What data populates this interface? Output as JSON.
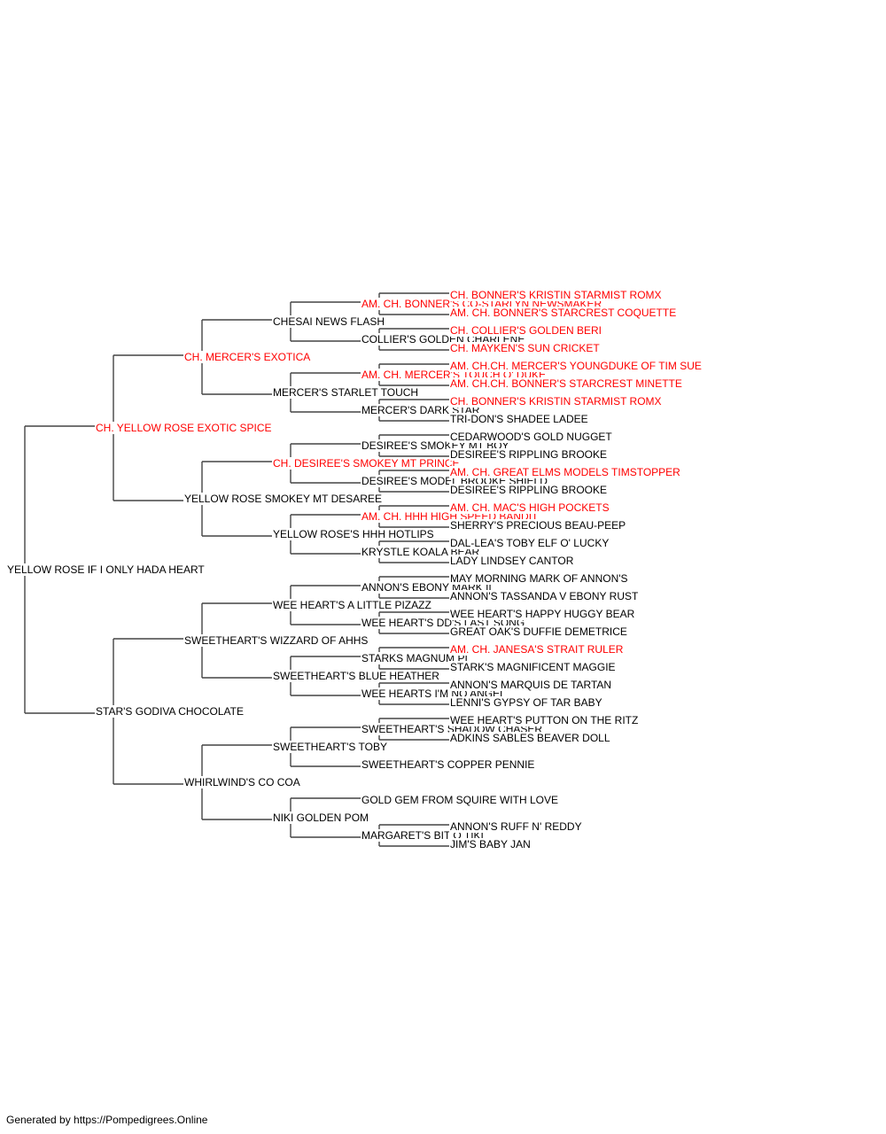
{
  "colors": {
    "champion": "#ff0000",
    "normal": "#000000",
    "line": "#444444"
  },
  "footer": "Generated by https://Pompedigrees.Online",
  "pedigree": {
    "name": "YELLOW ROSE IF I ONLY HADA HEART",
    "ch": false,
    "sire": {
      "name": "CH. YELLOW ROSE EXOTIC SPICE",
      "ch": true,
      "sire": {
        "name": "CH. MERCER'S EXOTICA",
        "ch": true,
        "sire": {
          "name": "CHESAI NEWS FLASH",
          "ch": false,
          "sire": {
            "name": "AM. CH. BONNER'S CO-STARLYN NEWSMAKER",
            "ch": true,
            "sire": {
              "name": "CH. BONNER'S KRISTIN STARMIST ROMX",
              "ch": true
            },
            "dam": {
              "name": "AM. CH. BONNER'S STARCREST COQUETTE",
              "ch": true
            }
          },
          "dam": {
            "name": "COLLIER'S GOLDEN CHARLENE",
            "ch": false,
            "sire": {
              "name": "CH. COLLIER'S GOLDEN BERI",
              "ch": true
            },
            "dam": {
              "name": "CH. MAYKEN'S SUN CRICKET",
              "ch": true
            }
          }
        },
        "dam": {
          "name": "MERCER'S STARLET TOUCH",
          "ch": false,
          "sire": {
            "name": "AM. CH. MERCER'S TOUCH O' DUKE",
            "ch": true,
            "sire": {
              "name": "AM. CH.CH. MERCER'S YOUNGDUKE OF TIM SUE",
              "ch": true
            },
            "dam": {
              "name": "AM. CH.CH. BONNER'S STARCREST MINETTE",
              "ch": true
            }
          },
          "dam": {
            "name": "MERCER'S DARK STAR",
            "ch": false,
            "sire": {
              "name": "CH. BONNER'S KRISTIN STARMIST ROMX",
              "ch": true
            },
            "dam": {
              "name": "TRI-DON'S SHADEE LADEE",
              "ch": false
            }
          }
        }
      },
      "dam": {
        "name": "YELLOW ROSE SMOKEY MT DESAREE",
        "ch": false,
        "sire": {
          "name": "CH. DESIREE'S SMOKEY MT PRINCE",
          "ch": true,
          "sire": {
            "name": "DESIREE'S SMOKEY MT BOY",
            "ch": false,
            "sire": {
              "name": "CEDARWOOD'S GOLD NUGGET",
              "ch": false
            },
            "dam": {
              "name": "DESIREE'S RIPPLING BROOKE",
              "ch": false
            }
          },
          "dam": {
            "name": "DESIREE'S MODEL BROOKE SHIELD",
            "ch": false,
            "sire": {
              "name": "AM. CH. GREAT ELMS MODELS TIMSTOPPER",
              "ch": true
            },
            "dam": {
              "name": "DESIREE'S RIPPLING BROOKE",
              "ch": false
            }
          }
        },
        "dam": {
          "name": "YELLOW ROSE'S HHH HOTLIPS",
          "ch": false,
          "sire": {
            "name": "AM. CH. HHH HIGH SPEED BANDIT",
            "ch": true,
            "sire": {
              "name": "AM. CH. MAC'S HIGH POCKETS",
              "ch": true
            },
            "dam": {
              "name": "SHERRY'S PRECIOUS BEAU-PEEP",
              "ch": false
            }
          },
          "dam": {
            "name": "KRYSTLE KOALA BEAR",
            "ch": false,
            "sire": {
              "name": "DAL-LEA'S TOBY ELF O' LUCKY",
              "ch": false
            },
            "dam": {
              "name": "LADY LINDSEY CANTOR",
              "ch": false
            }
          }
        }
      }
    },
    "dam": {
      "name": "STAR'S GODIVA CHOCOLATE",
      "ch": false,
      "sire": {
        "name": "SWEETHEART'S WIZZARD OF AHHS",
        "ch": false,
        "sire": {
          "name": "WEE HEART'S A LITTLE PIZAZZ",
          "ch": false,
          "sire": {
            "name": "ANNON'S EBONY MARK II",
            "ch": false,
            "sire": {
              "name": "MAY MORNING MARK OF ANNON'S",
              "ch": false
            },
            "dam": {
              "name": "ANNON'S TASSANDA V EBONY RUST",
              "ch": false
            }
          },
          "dam": {
            "name": "WEE HEART'S DD'S LAST SONG",
            "ch": false,
            "sire": {
              "name": "WEE HEART'S HAPPY HUGGY BEAR",
              "ch": false
            },
            "dam": {
              "name": "GREAT OAK'S DUFFIE DEMETRICE",
              "ch": false
            }
          }
        },
        "dam": {
          "name": "SWEETHEART'S BLUE HEATHER",
          "ch": false,
          "sire": {
            "name": "STARKS MAGNUM PI",
            "ch": false,
            "sire": {
              "name": "AM. CH. JANESA'S STRAIT RULER",
              "ch": true
            },
            "dam": {
              "name": "STARK'S MAGNIFICENT MAGGIE",
              "ch": false
            }
          },
          "dam": {
            "name": "WEE HEARTS I'M NO ANGEL",
            "ch": false,
            "sire": {
              "name": "ANNON'S MARQUIS DE TARTAN",
              "ch": false
            },
            "dam": {
              "name": "LENNI'S GYPSY OF TAR BABY",
              "ch": false
            }
          }
        }
      },
      "dam": {
        "name": "WHIRLWIND'S CO COA",
        "ch": false,
        "sire": {
          "name": "SWEETHEART'S TOBY",
          "ch": false,
          "sire": {
            "name": "SWEETHEART'S SHADOW CHASER",
            "ch": false,
            "sire": {
              "name": "WEE HEART'S PUTTON ON THE RITZ",
              "ch": false
            },
            "dam": {
              "name": "ADKINS SABLES BEAVER DOLL",
              "ch": false
            }
          },
          "dam": {
            "name": "SWEETHEART'S COPPER PENNIE",
            "ch": false
          }
        },
        "dam": {
          "name": "NIKI GOLDEN POM",
          "ch": false,
          "sire": {
            "name": "GOLD GEM FROM SQUIRE WITH LOVE",
            "ch": false
          },
          "dam": {
            "name": "MARGARET'S BIT O TIKI",
            "ch": false,
            "sire": {
              "name": "ANNON'S RUFF N' REDDY",
              "ch": false
            },
            "dam": {
              "name": "JIM'S BABY JAN",
              "ch": false
            }
          }
        }
      }
    }
  }
}
